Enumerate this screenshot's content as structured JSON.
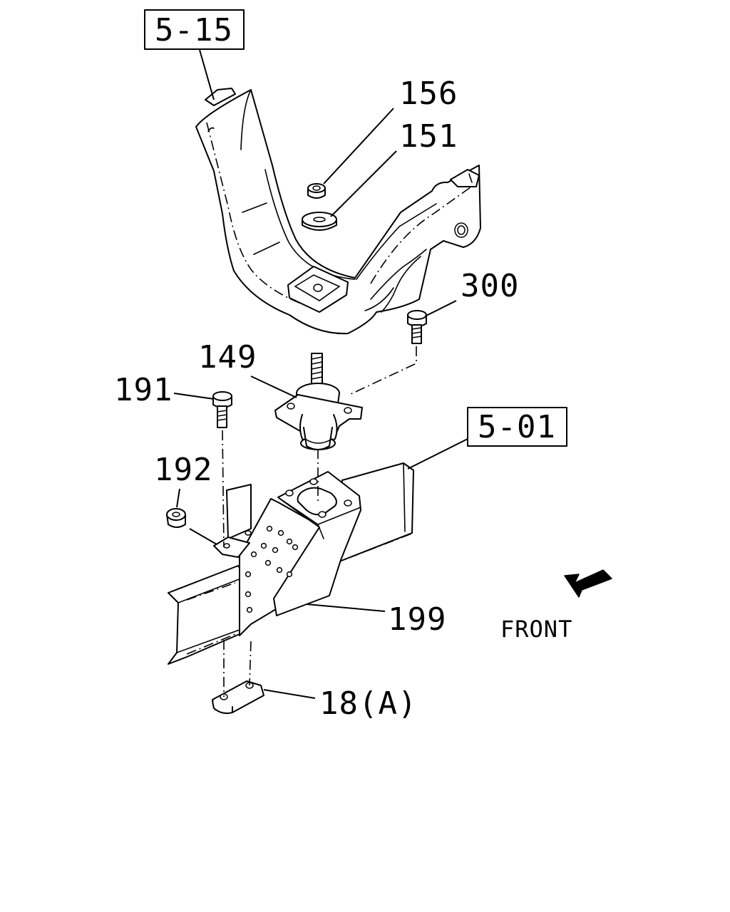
{
  "diagram": {
    "refs": {
      "ref_frame_top": "5-15",
      "ref_frame_bottom": "5-01"
    },
    "callouts": {
      "p156": "156",
      "p151": "151",
      "p300": "300",
      "p149": "149",
      "p191": "191",
      "p192": "192",
      "p199": "199",
      "p18a": "18(A)"
    },
    "direction_label": "FRONT",
    "colors": {
      "line": "#000000",
      "background": "#ffffff"
    }
  }
}
